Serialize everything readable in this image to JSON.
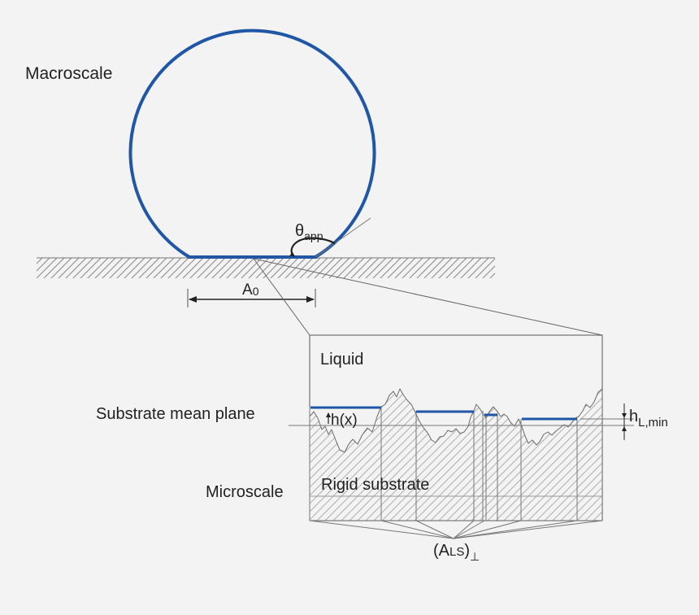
{
  "labels": {
    "macroscale": "Macroscale",
    "theta": "θ",
    "theta_sub": "app",
    "a0": "A",
    "a0_sub": "0",
    "liquid": "Liquid",
    "substrate_mean_plane": "Substrate mean plane",
    "hx": "h(x)",
    "hl": "h",
    "hl_sub": "L,min",
    "microscale": "Microscale",
    "rigid_substrate": "Rigid substrate",
    "als_open": "(A",
    "als_sub": "LS",
    "als_close": ")",
    "als_perp": "⊥"
  },
  "colors": {
    "background": "#f3f3f3",
    "droplet": "#1f56a6",
    "line": "#555555",
    "text": "#222222"
  }
}
